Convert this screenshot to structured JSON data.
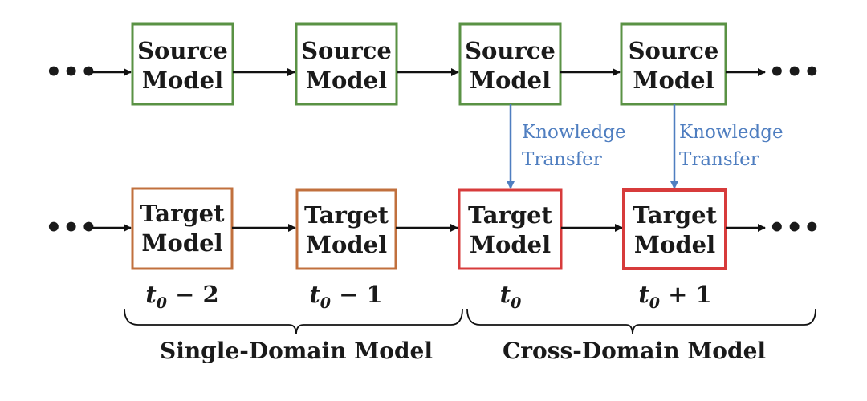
{
  "colors": {
    "source_border": "#5a9244",
    "target_border": "#c1703d",
    "target_cross_border": "#d73b3b",
    "transfer_arrow": "#4f7ec0",
    "arrow": "#111111"
  },
  "ellipsis": "•••",
  "source_row": [
    {
      "line1": "Source",
      "line2": "Model"
    },
    {
      "line1": "Source",
      "line2": "Model"
    },
    {
      "line1": "Source",
      "line2": "Model"
    },
    {
      "line1": "Source",
      "line2": "Model"
    }
  ],
  "target_row": [
    {
      "line1": "Target",
      "line2": "Model",
      "style": "single"
    },
    {
      "line1": "Target",
      "line2": "Model",
      "style": "single"
    },
    {
      "line1": "Target",
      "line2": "Model",
      "style": "cross"
    },
    {
      "line1": "Target",
      "line2": "Model",
      "style": "cross"
    }
  ],
  "transfers": [
    {
      "line1": "Knowledge",
      "line2": "Transfer"
    },
    {
      "line1": "Knowledge",
      "line2": "Transfer"
    }
  ],
  "time_labels": [
    {
      "base": "t",
      "sub": "0",
      "suffix": " − 2"
    },
    {
      "base": "t",
      "sub": "0",
      "suffix": " − 1"
    },
    {
      "base": "t",
      "sub": "0",
      "suffix": ""
    },
    {
      "base": "t",
      "sub": "0",
      "suffix": " + 1"
    }
  ],
  "groups": {
    "single": "Single-Domain Model",
    "cross": "Cross-Domain Model"
  }
}
